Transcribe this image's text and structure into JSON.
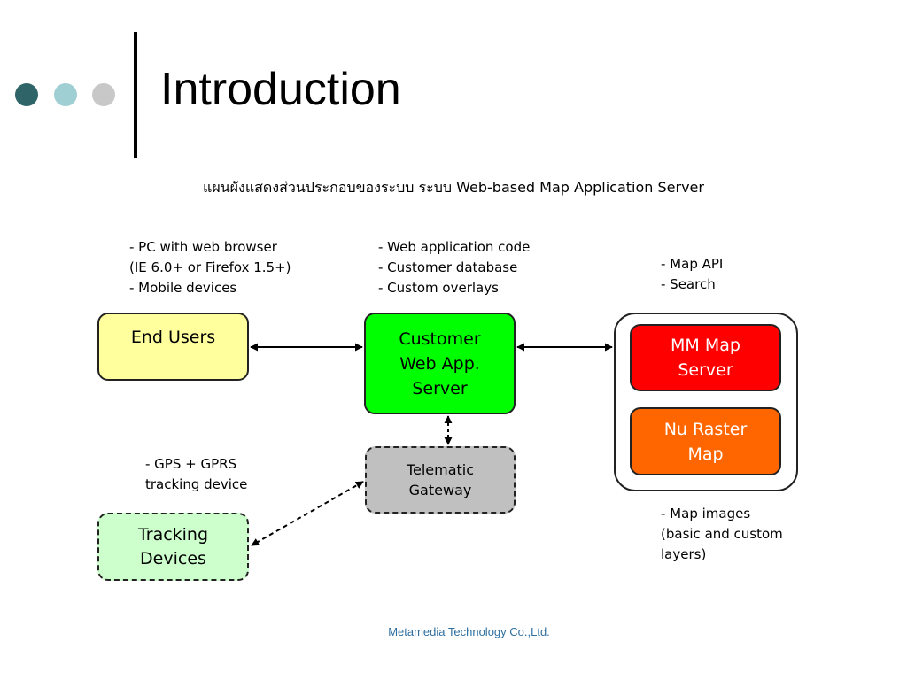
{
  "slide": {
    "title": "Introduction",
    "subtitle": "แผนผังแสดงส่วนประกอบของระบบ ระบบ Web-based Map Application Server",
    "footer": "Metamedia Technology Co.,Ltd."
  },
  "notes": {
    "end_users": [
      "- PC with web browser",
      "(IE 6.0+ or Firefox 1.5+)",
      "- Mobile devices"
    ],
    "web_app": [
      "- Web application code",
      "- Customer database",
      "- Custom overlays"
    ],
    "map_server": [
      "- Map API",
      "- Search"
    ],
    "tracking": [
      "- GPS + GPRS",
      "tracking device"
    ],
    "raster": [
      "- Map images",
      "(basic and custom",
      "layers)"
    ]
  },
  "boxes": {
    "end_users": {
      "lines": [
        "End Users"
      ],
      "color": "#ffff9e"
    },
    "customer_server": {
      "lines": [
        "Customer",
        "Web App.",
        "Server"
      ],
      "color": "#00ff00"
    },
    "telematic_gateway": {
      "lines": [
        "Telematic",
        "Gateway"
      ],
      "color": "#c0c0c0"
    },
    "tracking_devices": {
      "lines": [
        "Tracking",
        "Devices"
      ],
      "color": "#ccffcc"
    },
    "mm_map_server": {
      "lines": [
        "MM Map",
        "Server"
      ],
      "color": "#ff0000"
    },
    "nu_raster_map": {
      "lines": [
        "Nu Raster",
        "Map"
      ],
      "color": "#ff6600"
    }
  },
  "colors": {
    "bullet_dark": "#2f6468",
    "bullet_light": "#9fcfd3",
    "bullet_gray": "#c8c8c8",
    "footer": "#2f6fa0"
  }
}
